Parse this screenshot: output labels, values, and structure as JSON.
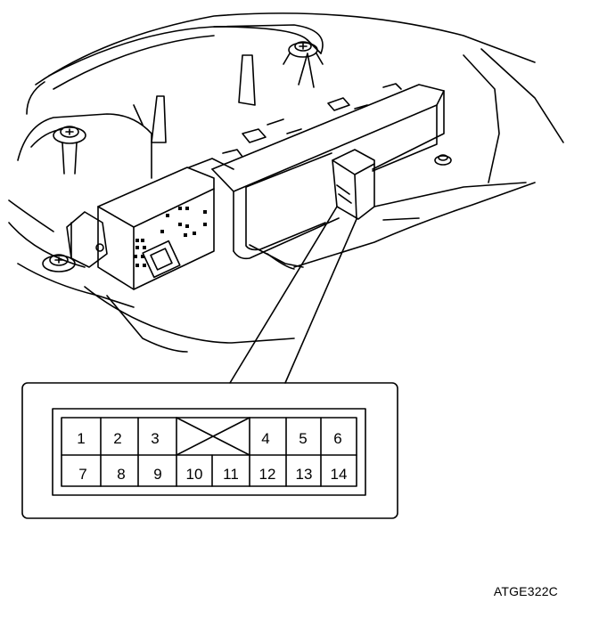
{
  "figure_code": "ATGE322C",
  "connector": {
    "top_row": [
      "1",
      "2",
      "3",
      null,
      "4",
      "5",
      "6"
    ],
    "bottom_row": [
      "7",
      "8",
      "9",
      "10",
      "11",
      "12",
      "13",
      "14"
    ],
    "blank_position_marker": "x"
  }
}
